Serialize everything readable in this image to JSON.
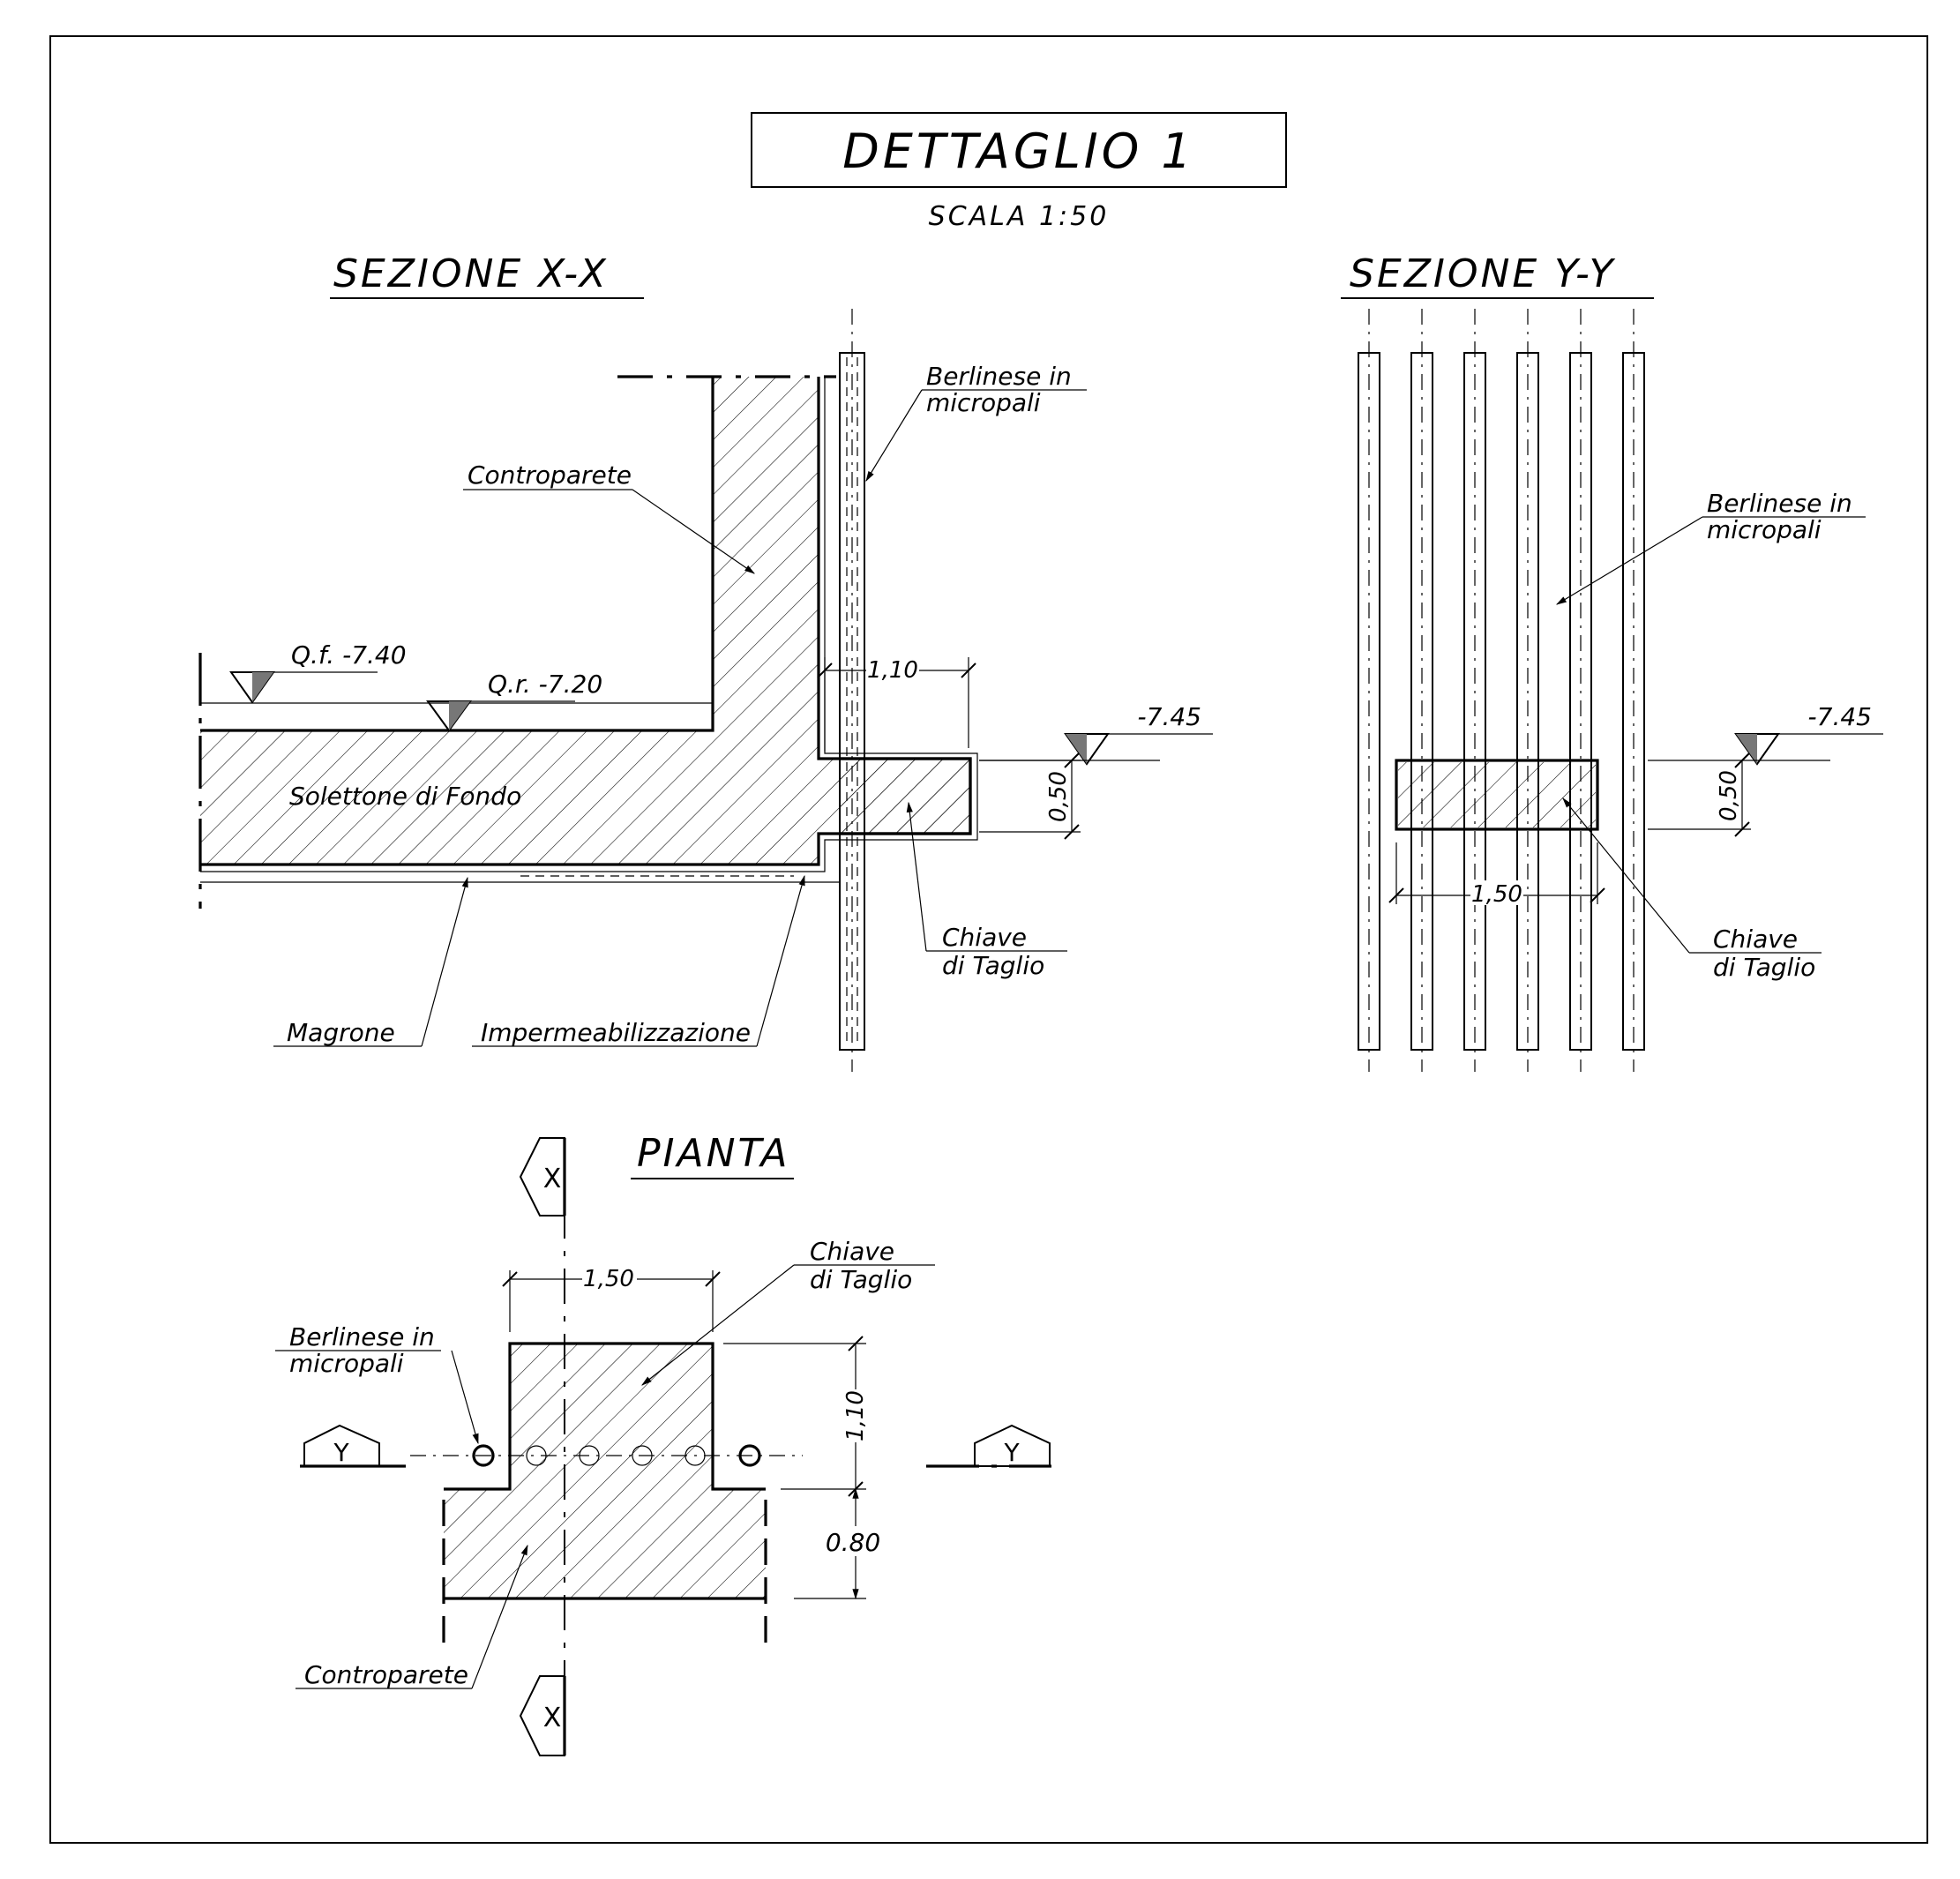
{
  "title": "DETTAGLIO 1",
  "scale": "SCALA 1:50",
  "sections": {
    "xx": {
      "title": "SEZIONE X-X",
      "labels": {
        "controparete": "Controparete",
        "berlinese_1": "Berlinese in",
        "berlinese_2": "micropali",
        "qf": "Q.f. -7.40",
        "qr": "Q.r. -7.20",
        "level": "-7.45",
        "solettone": "Solettone di Fondo",
        "dim_width": "1,10",
        "dim_height": "0,50",
        "chiave_1": "Chiave",
        "chiave_2": "di Taglio",
        "magrone": "Magrone",
        "impermeabilizzazione": "Impermeabilizzazione"
      }
    },
    "yy": {
      "title": "SEZIONE Y-Y",
      "labels": {
        "berlinese_1": "Berlinese in",
        "berlinese_2": "micropali",
        "level": "-7.45",
        "dim_height": "0,50",
        "dim_width": "1,50",
        "chiave_1": "Chiave",
        "chiave_2": "di Taglio"
      }
    },
    "pianta": {
      "title": "PIANTA",
      "labels": {
        "dim_width": "1,50",
        "dim_key": "1,10",
        "dim_wall": "0.80",
        "chiave_1": "Chiave",
        "chiave_2": "di Taglio",
        "berlinese_1": "Berlinese in",
        "berlinese_2": "micropali",
        "controparete": "Controparete",
        "cut_x": "X",
        "cut_y": "Y"
      }
    }
  }
}
